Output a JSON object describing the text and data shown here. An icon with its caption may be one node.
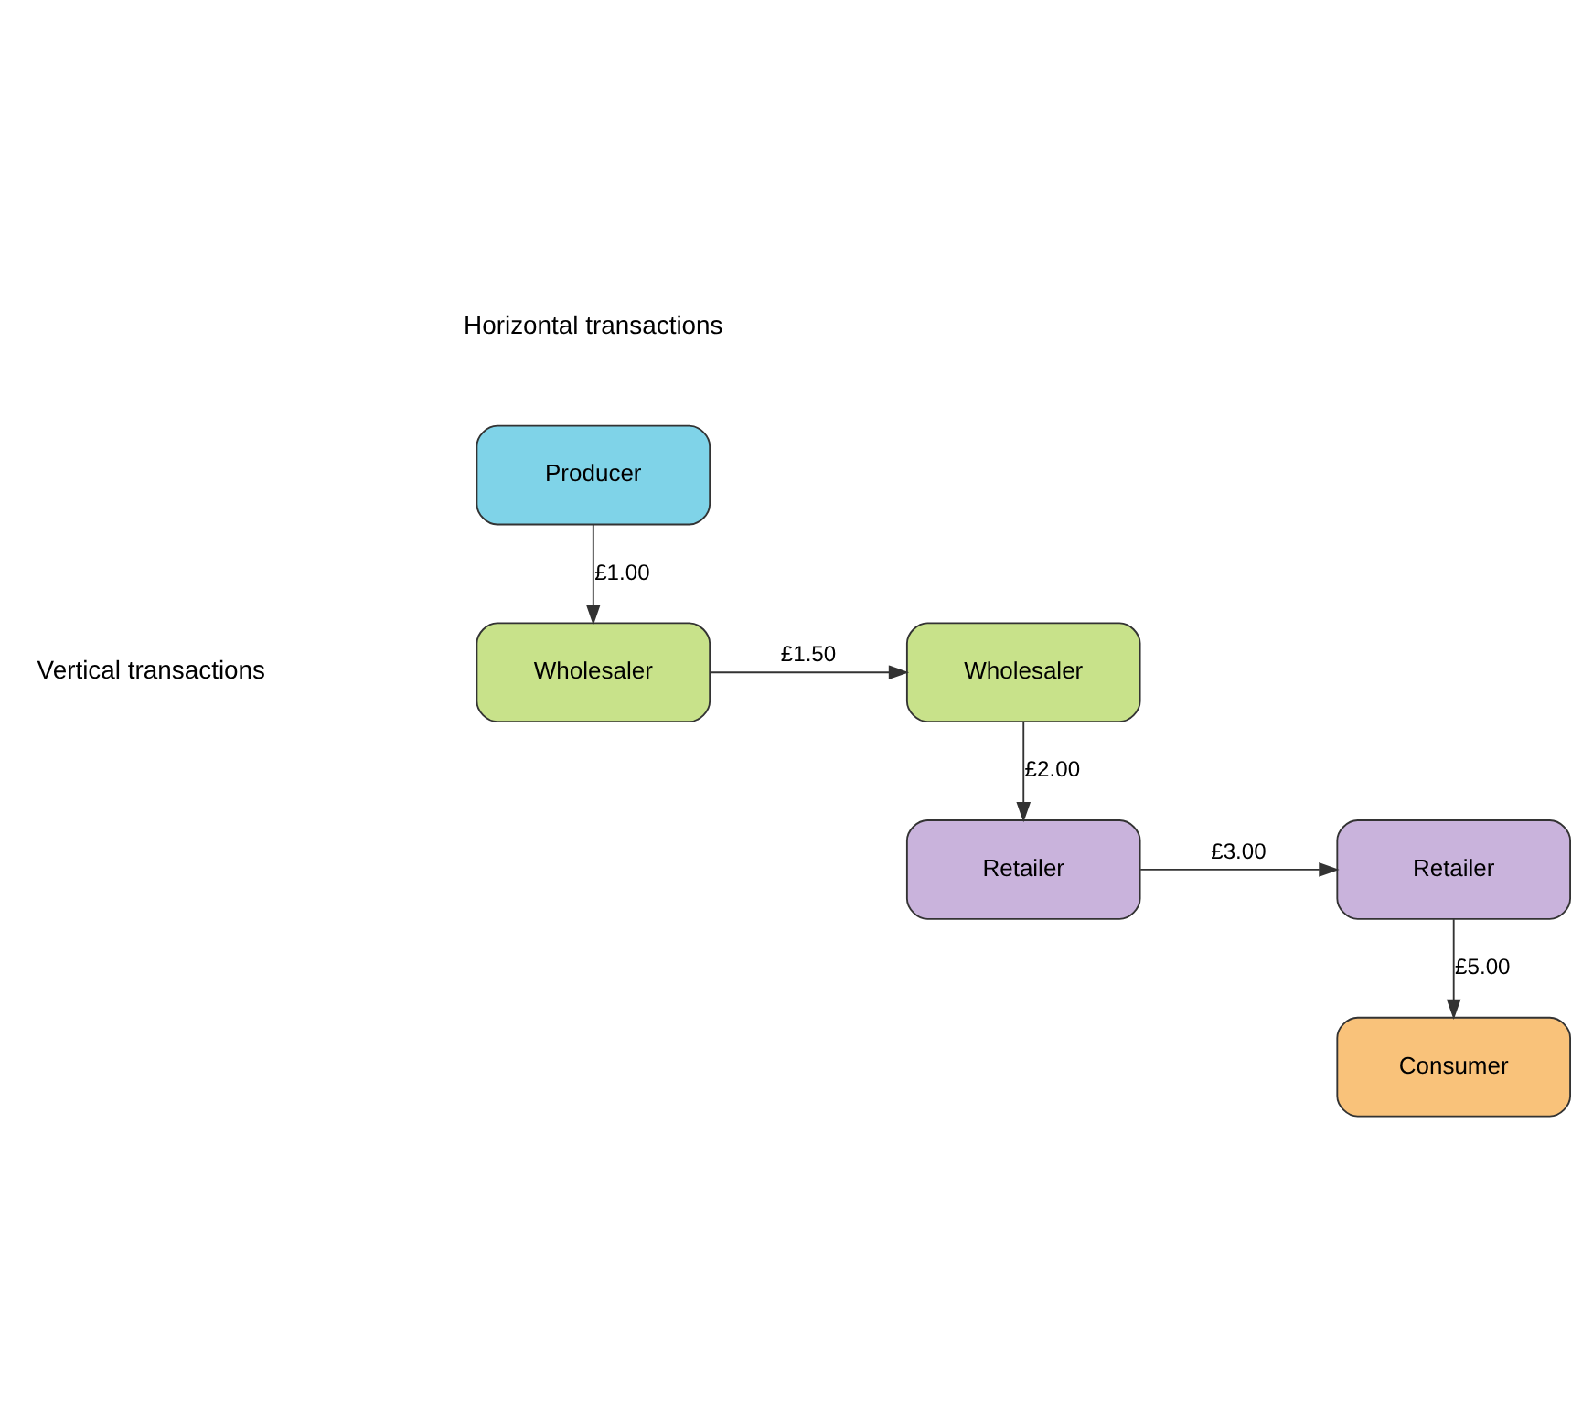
{
  "diagram": {
    "nodes": [
      {
        "text": [
          "Producer"
        ]
      },
      {
        "text": [
          "Wholesaler"
        ]
      },
      {
        "text": [
          "Wholesaler"
        ]
      },
      {
        "text": [
          "Retailer"
        ]
      },
      {
        "text": [
          "Retailer"
        ]
      },
      {
        "text": [
          "Consumer"
        ]
      }
    ],
    "edges": [
      {
        "from": 0,
        "to": 1,
        "arrow": "to",
        "label": "£1.00"
      },
      {
        "from": 1,
        "to": 2,
        "arrow": "to",
        "label": "£1.50"
      },
      {
        "from": 2,
        "to": 4,
        "arrow": "to",
        "label": "£2.00"
      },
      {
        "from": 4,
        "to": 3,
        "arrow": "to",
        "label": "£3.00"
      },
      {
        "from": 3,
        "to": 5,
        "arrow": "to",
        "label": "£5.00"
      }
    ],
    "labels": [
      "Horizontal transactions",
      "Vertical transactions"
    ]
  }
}
